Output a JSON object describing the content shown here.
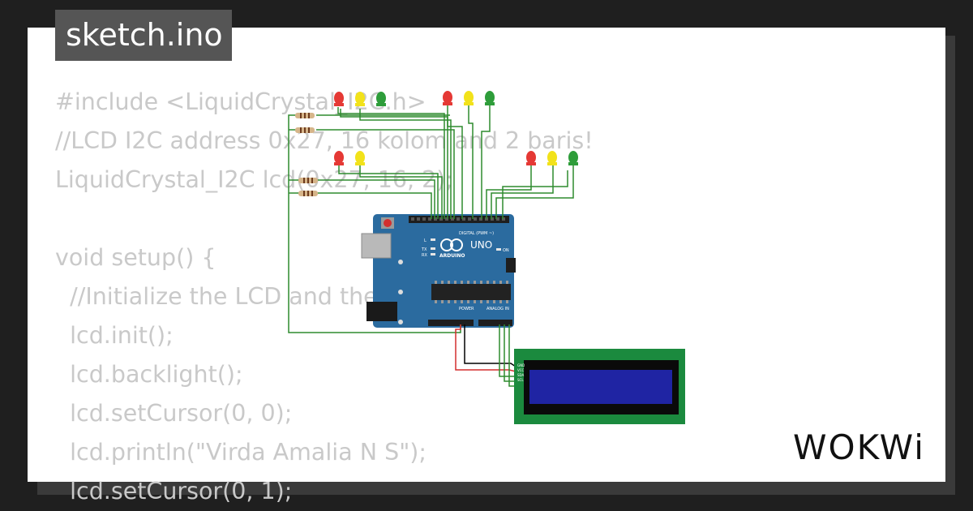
{
  "tab": {
    "filename": "sketch.ino"
  },
  "code_lines": [
    "#include <LiquidCrystal_I2C.h>",
    "//LCD I2C address 0x27, 16 kolom and 2 baris!",
    "LiquidCrystal_I2C lcd(0x27, 16, 2);",
    "",
    "void setup() {",
    "  //Initialize the LCD and the backlight",
    "  lcd.init();",
    "  lcd.backlight();",
    "  lcd.setCursor(0, 0);",
    "  lcd.println(\"Virda Amalia N S\");",
    "  lcd.setCursor(0, 1);"
  ],
  "board": {
    "brand": "ARDUINO",
    "model": "UNO",
    "digital_header": "DIGITAL (PWM ~)",
    "power_header": "POWER",
    "analog_header": "ANALOG IN",
    "led_labels": [
      "L",
      "TX",
      "RX"
    ],
    "on_label": "ON"
  },
  "lcd": {
    "pins": [
      "GND",
      "VCC",
      "SDA",
      "SCL"
    ],
    "frame_color": "#1b8a3e",
    "screen_color": "#1f24a3"
  },
  "led_colors": [
    "#e53935",
    "#f2e21a",
    "#2e9d3a"
  ],
  "logo": {
    "text": "WOKWi"
  }
}
